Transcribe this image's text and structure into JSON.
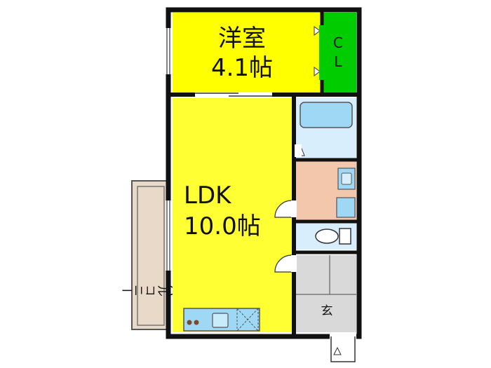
{
  "rooms": {
    "western_room": {
      "name": "洋室",
      "size": "4.1帖",
      "color": "#ffff00"
    },
    "closet": {
      "letter1": "C",
      "letter2": "L",
      "color": "#00cc00"
    },
    "ldk": {
      "name": "LDK",
      "size": "10.0帖",
      "color": "#ffff33"
    },
    "balcony": {
      "label": "バルコニー",
      "color": "#e8d9c8"
    },
    "entrance": {
      "label": "玄",
      "color": "#d9d9d9"
    },
    "washroom": {
      "color": "#f2c7ac"
    },
    "bath": {
      "color": "#d9eefc"
    },
    "toilet": {
      "color": "#d9eefc"
    }
  },
  "colors": {
    "wall": "#111111",
    "fixture": "#9ed8f5"
  },
  "icons": [
    "kitchen-sink-icon",
    "stove-icon",
    "bathtub-icon",
    "washbasin-icon",
    "washing-machine-icon",
    "toilet-icon",
    "door-swing-icon"
  ]
}
